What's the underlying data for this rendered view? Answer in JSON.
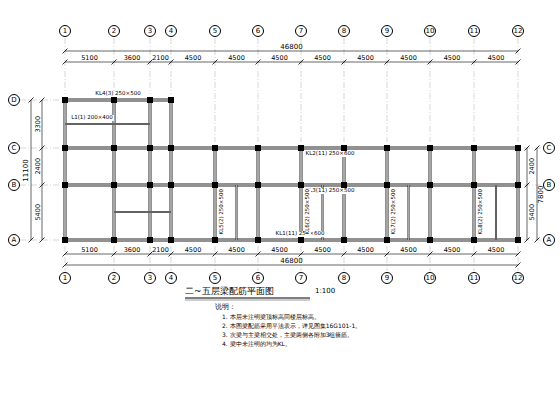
{
  "diagram": {
    "title": "二~五层梁配筋平面图",
    "nodes": [
      {
        "text": [
          "1"
        ]
      },
      {
        "text": [
          "2"
        ]
      },
      {
        "text": [
          "3"
        ]
      },
      {
        "text": [
          "4"
        ]
      },
      {
        "text": [
          "5"
        ]
      },
      {
        "text": [
          "6"
        ]
      },
      {
        "text": [
          "7"
        ]
      },
      {
        "text": [
          "8"
        ]
      },
      {
        "text": [
          "9"
        ]
      },
      {
        "text": [
          "10"
        ]
      },
      {
        "text": [
          "11"
        ]
      },
      {
        "text": [
          "12"
        ]
      },
      {
        "text": [
          "D"
        ]
      },
      {
        "text": [
          "C"
        ]
      },
      {
        "text": [
          "B"
        ]
      },
      {
        "text": [
          "A"
        ]
      },
      {
        "text": [
          "C"
        ]
      },
      {
        "text": [
          "B"
        ]
      },
      {
        "text": [
          "A"
        ]
      },
      {
        "text": [
          "1"
        ]
      },
      {
        "text": [
          "2"
        ]
      },
      {
        "text": [
          "3"
        ]
      },
      {
        "text": [
          "4"
        ]
      },
      {
        "text": [
          "5"
        ]
      },
      {
        "text": [
          "6"
        ]
      },
      {
        "text": [
          "7"
        ]
      },
      {
        "text": [
          "8"
        ]
      },
      {
        "text": [
          "9"
        ]
      },
      {
        "text": [
          "10"
        ]
      },
      {
        "text": [
          "11"
        ]
      },
      {
        "text": [
          "12"
        ]
      }
    ],
    "labels": [
      "46800",
      "5100",
      "3600",
      "2100",
      "4500",
      "4500",
      "4500",
      "4500",
      "4500",
      "4500",
      "4500",
      "4500",
      "5100",
      "3600",
      "2100",
      "4500",
      "4500",
      "4500",
      "4500",
      "4500",
      "4500",
      "4500",
      "4500",
      "46800",
      "3300",
      "2400",
      "5400",
      "11100",
      "2400",
      "5400",
      "7800",
      "1:100",
      "说明：",
      "1. 本层未注明梁顶标高同楼层标高。",
      "2. 本图梁配筋采用平法表示，详见图集16G101-1。",
      "3. 次梁与主梁相交处，主梁两侧各附加3组箍筋。",
      "4. 梁中未注明的均为KL。",
      "KL1(11) 250×600",
      "KL2(11) 250×600",
      "KL3(11) 250×500",
      "KL4(3) 250×500",
      "L1(1) 200×400",
      "KL5(2) 250×500",
      "KL6(2) 250×500",
      "KL7(2) 250×500",
      "KL8(2) 250×500"
    ]
  }
}
